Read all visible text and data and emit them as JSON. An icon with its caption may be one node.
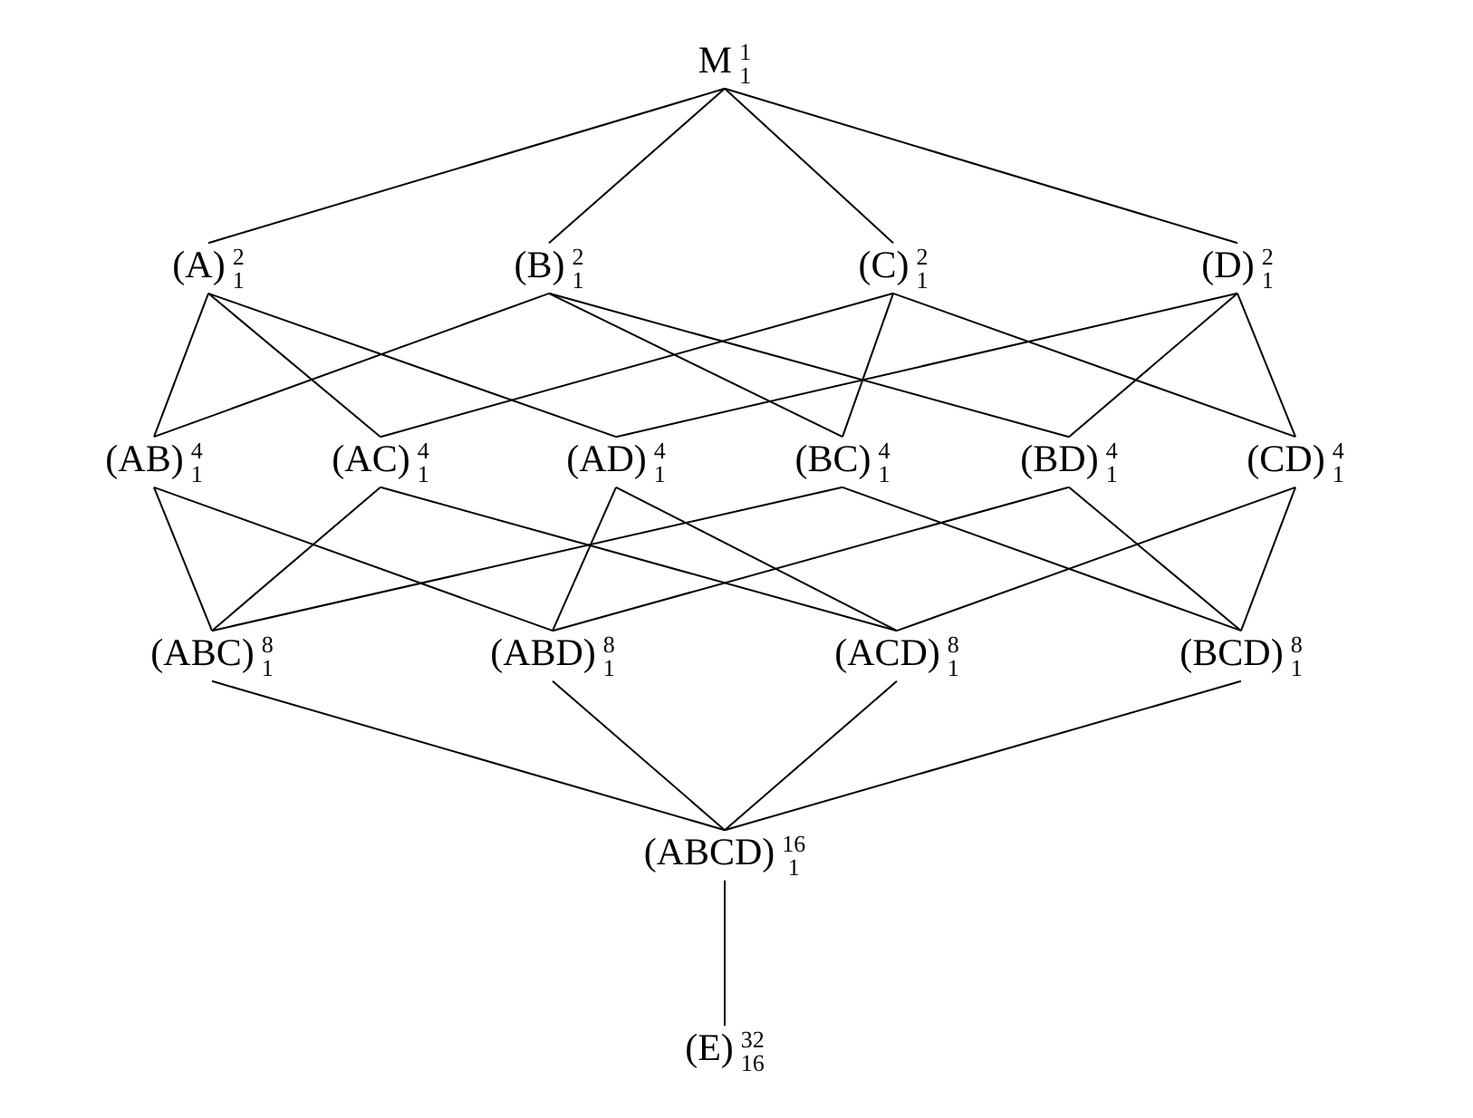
{
  "diagram": {
    "nodes": [
      {
        "text": [
          "M$^{1}$$_{1}$"
        ]
      },
      {
        "text": [
          "(A)$^{2}$$_{1}$"
        ]
      },
      {
        "text": [
          "(B)$^{2}$$_{1}$"
        ]
      },
      {
        "text": [
          "(C)$^{2}$$_{1}$"
        ]
      },
      {
        "text": [
          "(D)$^{2}$$_{1}$"
        ]
      },
      {
        "text": [
          "(AB)$^{4}$$_{1}$"
        ]
      },
      {
        "text": [
          "(AC)$^{4}$$_{1}$"
        ]
      },
      {
        "text": [
          "(AD)$^{4}$$_{1}$"
        ]
      },
      {
        "text": [
          "(BC)$^{4}$$_{1}$"
        ]
      },
      {
        "text": [
          "(BD)$^{4}$$_{1}$"
        ]
      },
      {
        "text": [
          "(CD)$^{4}$$_{1}$"
        ]
      },
      {
        "text": [
          "(ABC)$^{8}$$_{1}$"
        ]
      },
      {
        "text": [
          "(ABD)$^{8}$$_{1}$"
        ]
      },
      {
        "text": [
          "(ACD)$^{8}$$_{1}$"
        ]
      },
      {
        "text": [
          "(BCD)$^{8}$$_{1}$"
        ]
      },
      {
        "text": [
          "(ABCD)$^{16}$$_{1}$"
        ]
      },
      {
        "text": [
          "(E)$^{32}$$_{16}$"
        ]
      }
    ],
    "edges": [
      {
        "from": 0,
        "to": 1,
        "arrow": "none"
      },
      {
        "from": 0,
        "to": 2,
        "arrow": "none"
      },
      {
        "from": 0,
        "to": 3,
        "arrow": "none"
      },
      {
        "from": 0,
        "to": 4,
        "arrow": "none"
      },
      {
        "from": 1,
        "to": 5,
        "arrow": "none"
      },
      {
        "from": 1,
        "to": 6,
        "arrow": "none"
      },
      {
        "from": 1,
        "to": 7,
        "arrow": "none"
      },
      {
        "from": 2,
        "to": 5,
        "arrow": "none"
      },
      {
        "from": 2,
        "to": 8,
        "arrow": "none"
      },
      {
        "from": 2,
        "to": 9,
        "arrow": "none"
      },
      {
        "from": 3,
        "to": 6,
        "arrow": "none"
      },
      {
        "from": 3,
        "to": 8,
        "arrow": "none"
      },
      {
        "from": 3,
        "to": 10,
        "arrow": "none"
      },
      {
        "from": 4,
        "to": 7,
        "arrow": "none"
      },
      {
        "from": 4,
        "to": 9,
        "arrow": "none"
      },
      {
        "from": 4,
        "to": 10,
        "arrow": "none"
      },
      {
        "from": 5,
        "to": 11,
        "arrow": "none"
      },
      {
        "from": 5,
        "to": 12,
        "arrow": "none"
      },
      {
        "from": 6,
        "to": 11,
        "arrow": "none"
      },
      {
        "from": 6,
        "to": 13,
        "arrow": "none"
      },
      {
        "from": 7,
        "to": 12,
        "arrow": "none"
      },
      {
        "from": 7,
        "to": 13,
        "arrow": "none"
      },
      {
        "from": 8,
        "to": 11,
        "arrow": "none"
      },
      {
        "from": 8,
        "to": 14,
        "arrow": "none"
      },
      {
        "from": 9,
        "to": 12,
        "arrow": "none"
      },
      {
        "from": 9,
        "to": 14,
        "arrow": "none"
      },
      {
        "from": 10,
        "to": 13,
        "arrow": "none"
      },
      {
        "from": 10,
        "to": 14,
        "arrow": "none"
      },
      {
        "from": 11,
        "to": 15,
        "arrow": "none"
      },
      {
        "from": 12,
        "to": 15,
        "arrow": "none"
      },
      {
        "from": 13,
        "to": 15,
        "arrow": "none"
      },
      {
        "from": 14,
        "to": 15,
        "arrow": "none"
      },
      {
        "from": 15,
        "to": 16,
        "arrow": "none"
      }
    ]
  }
}
